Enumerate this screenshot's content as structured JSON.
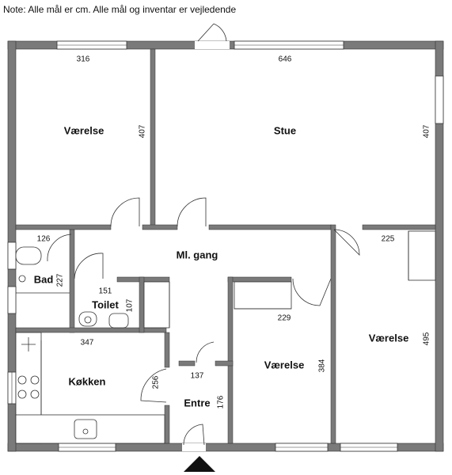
{
  "note": "Note: Alle mål er cm. Alle mål og inventar er vejledende",
  "rooms": {
    "vaerelse_nw": "Værelse",
    "stue": "Stue",
    "gang": "Ml. gang",
    "bad": "Bad",
    "toilet": "Toilet",
    "koekken": "Køkken",
    "entre": "Entre",
    "vaerelse_mid": "Værelse",
    "vaerelse_e": "Værelse"
  },
  "dimensions": {
    "vaerelse_nw_width": "316",
    "vaerelse_nw_depth": "407",
    "stue_width": "646",
    "stue_depth": "407",
    "bad_width": "126",
    "bad_depth": "227",
    "toilet_width": "151",
    "toilet_depth": "107",
    "koekken_width": "347",
    "koekken_depth": "256",
    "entre_width": "137",
    "entre_depth": "176",
    "vaerelse_mid_width": "229",
    "vaerelse_mid_depth": "384",
    "vaerelse_e_width": "225",
    "vaerelse_e_depth": "495"
  }
}
